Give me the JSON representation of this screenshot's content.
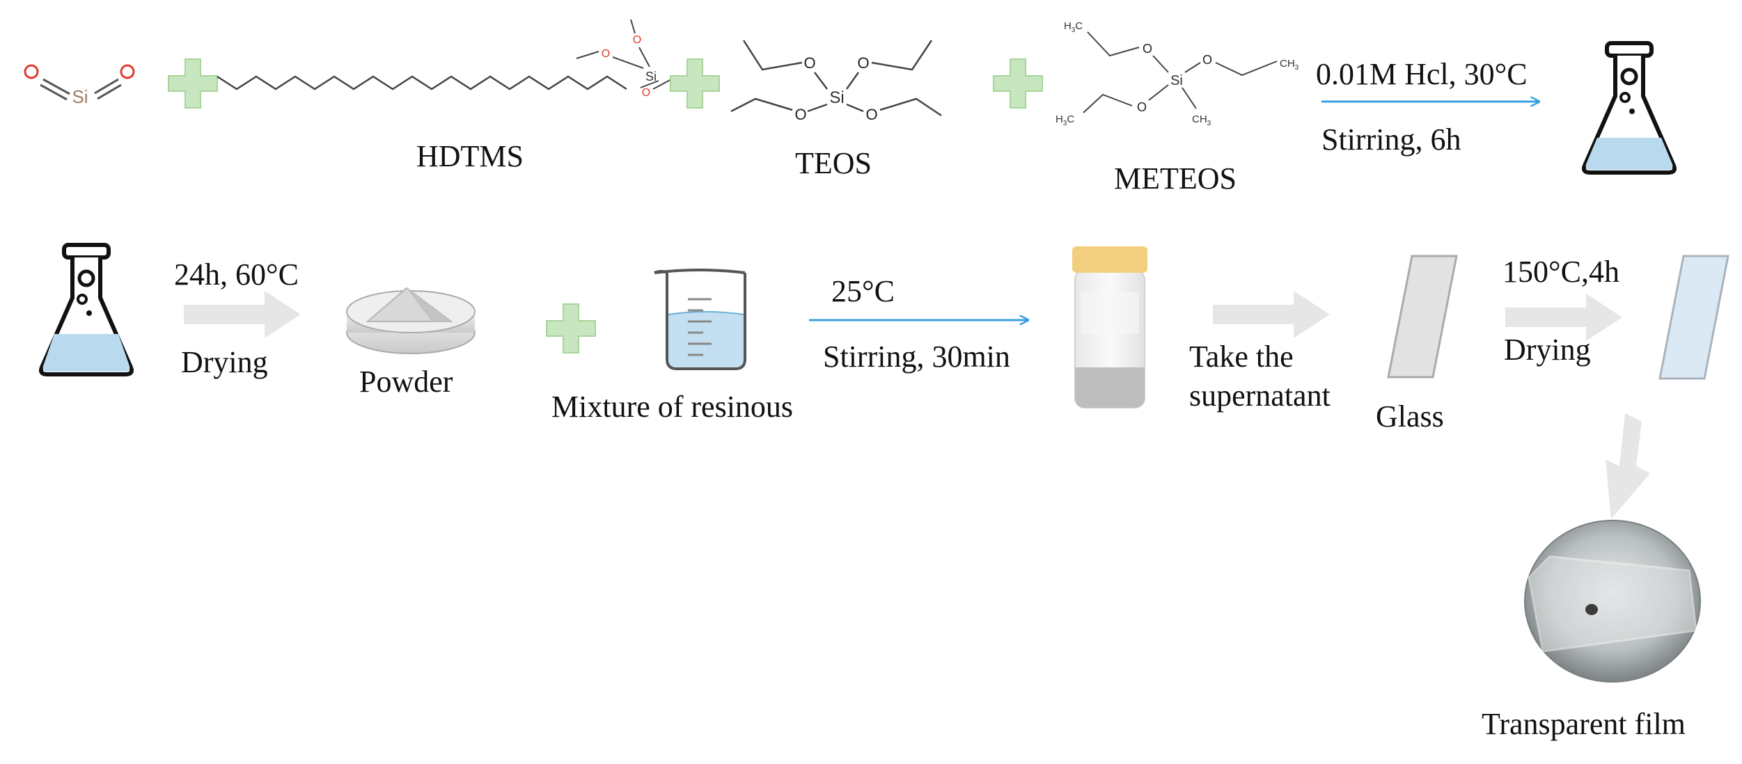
{
  "colors": {
    "plus": "#c8e6c0",
    "plus_stroke": "#a8d59a",
    "arrow_blue": "#3aa0e0",
    "arrow_gray": "#e6e6e6",
    "liquid_blue": "#b9d9ef",
    "oxygen_red": "#e03a2a",
    "silicon_tan": "#a07a5a",
    "cap_yellow": "#f2cf7e"
  },
  "row1": {
    "molecule_sio2": {
      "si": "Si",
      "o": "O"
    },
    "hdtms": {
      "label": "HDTMS",
      "si": "Si",
      "o": "O"
    },
    "teos": {
      "label": "TEOS",
      "si": "Si",
      "o": "O"
    },
    "meteos": {
      "label": "METEOS",
      "si": "Si",
      "o": "O",
      "ch3": "CH",
      "sub3": "3",
      "h3c": "H",
      "h3c_c": "C"
    },
    "reaction": {
      "top": "0.01M Hcl, 30°C",
      "bottom": "Stirring, 6h"
    }
  },
  "row2": {
    "dry1": {
      "top": "24h, 60°C",
      "bottom": "Drying"
    },
    "powder": "Powder",
    "resin": "Mixture of resinous",
    "stir": {
      "top": "25°C",
      "bottom": "Stirring, 30min"
    },
    "supernatant": {
      "line1": "Take the",
      "line2": "supernatant"
    },
    "glass": "Glass",
    "dry2": {
      "top": "150°C,4h",
      "bottom": "Drying"
    }
  },
  "result": {
    "label": "Transparent film"
  }
}
